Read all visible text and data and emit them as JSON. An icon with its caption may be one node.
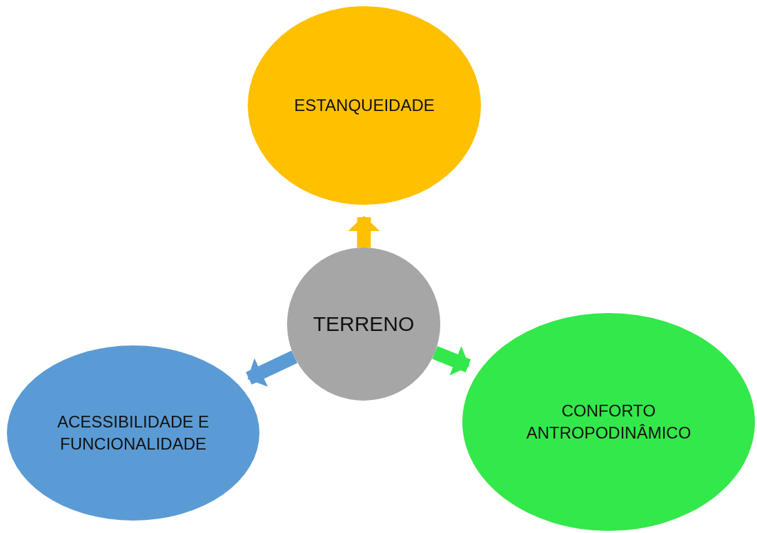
{
  "diagram": {
    "nodes": [
      {
        "text": [
          "ESTANQUEIDADE"
        ]
      },
      {
        "text": [
          "TERRENO"
        ]
      },
      {
        "text": [
          "CONFORTO ANTROPODINÂMICO"
        ]
      },
      {
        "text": [
          "ACESSIBILIDADE E FUNCIONALIDADE"
        ]
      }
    ],
    "edges": [
      {
        "from": 1,
        "to": 0,
        "arrow": "to",
        "color": "#ffc000"
      },
      {
        "from": 1,
        "to": 2,
        "arrow": "to",
        "color": "#33e84a"
      },
      {
        "from": 1,
        "to": 3,
        "arrow": "to",
        "color": "#5b9bd5"
      }
    ]
  }
}
